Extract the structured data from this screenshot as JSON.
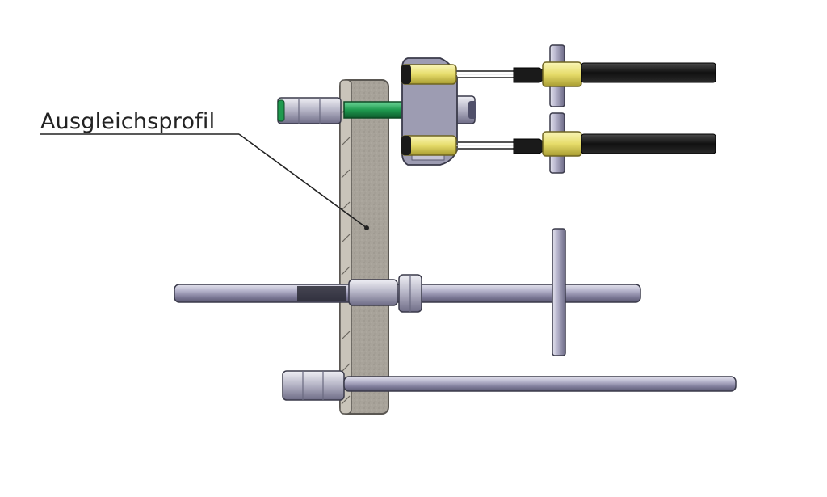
{
  "callout": {
    "label": "Ausgleichsprofil"
  },
  "colors": {
    "background": "#ffffff",
    "profile_fill": "#a9a49c",
    "profile_edge": "#555555",
    "rod_fill": "#8e8ba8",
    "rod_highlight": "#d9d8e6",
    "nut_fill": "#a6a5b8",
    "spacer_green": "#1f9a4f",
    "sleeve_yellow": "#e8e07a",
    "cable_black": "#1a1a1a",
    "leader_line": "#222222"
  },
  "icons": [
    "profile-plate",
    "threaded-rod",
    "hex-nut",
    "cable-sensor",
    "t-bar"
  ]
}
